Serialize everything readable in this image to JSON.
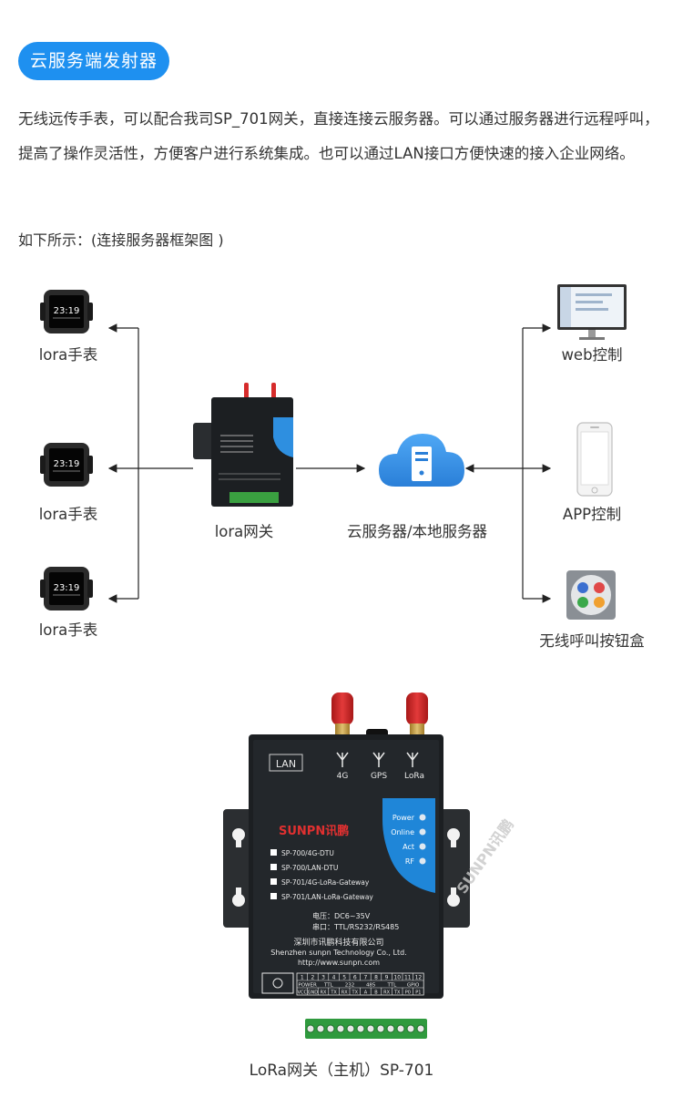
{
  "section": {
    "title": "云服务端发射器",
    "paragraph": "无线远传手表，可以配合我司SP_701网关，直接连接云服务器。可以通过服务器进行远程呼叫，提高了操作灵活性，方便客户进行系统集成。也可以通过LAN接口方便快速的接入企业网络。",
    "note": "如下所示：(连接服务器框架图 )"
  },
  "diagram": {
    "watches": [
      {
        "label": "lora手表",
        "time": "23:19"
      },
      {
        "label": "lora手表",
        "time": "23:19"
      },
      {
        "label": "lora手表",
        "time": "23:19"
      }
    ],
    "gateway_label": "lora网关",
    "server_label": "云服务器/本地服务器",
    "clients": [
      {
        "label": "web控制",
        "icon": "monitor-icon"
      },
      {
        "label": "APP控制",
        "icon": "phone-icon"
      },
      {
        "label": "无线呼叫按钮盒",
        "icon": "button-box-icon"
      }
    ]
  },
  "product": {
    "panel": {
      "lan": "LAN",
      "antennas": [
        "4G",
        "GPS",
        "LoRa"
      ],
      "brand": "SUNPN讯鹏",
      "leds": [
        "Power",
        "Online",
        "Act",
        "RF"
      ],
      "models": [
        "SP-700/4G-DTU",
        "SP-700/LAN-DTU",
        "SP-701/4G-LoRa-Gateway",
        "SP-701/LAN-LoRa-Gateway"
      ],
      "spec1": "电压：DC6~35V",
      "spec2": "串口：TTL/RS232/RS485",
      "company_cn": "深圳市讯鹏科技有限公司",
      "company_en": "Shenzhen sunpn Technology Co., Ltd.",
      "url": "http://www.sunpn.com",
      "pin_numbers": [
        "1",
        "2",
        "3",
        "4",
        "5",
        "6",
        "7",
        "8",
        "9",
        "10",
        "11",
        "12"
      ],
      "pin_groups": [
        "POWER",
        "TTL",
        "232",
        "485",
        "TTL",
        "GPIO"
      ],
      "pin_names": [
        "VCC",
        "GND",
        "RX",
        "TX",
        "RX",
        "TX",
        "A",
        "B",
        "RX",
        "TX",
        "P0",
        "P1"
      ],
      "watermark": "SUNPN讯鹏"
    },
    "caption": "LoRa网关（主机）SP-701"
  },
  "colors": {
    "accent": "#1e90f0",
    "line": "#222222",
    "device": "#1c1f22"
  }
}
